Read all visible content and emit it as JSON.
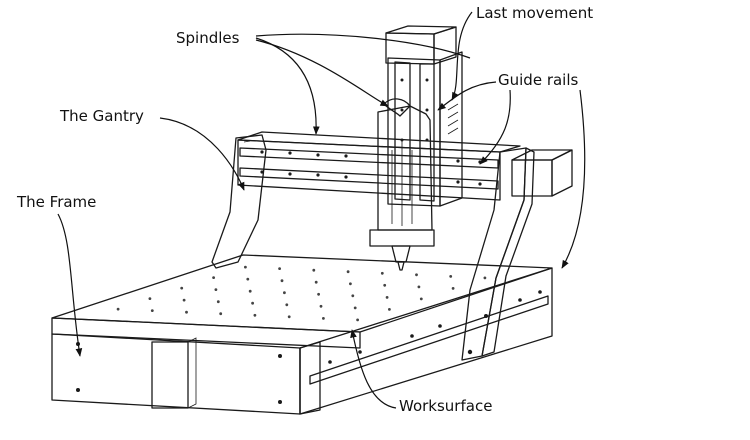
{
  "labels": {
    "spindles": "Spindles",
    "last_movement": "Last movement",
    "guide_rails": "Guide rails",
    "gantry": "The Gantry",
    "frame": "The Frame",
    "worksurface": "Worksurface"
  },
  "colors": {
    "line": "#1a1a1a",
    "face_light": "#f4f4f4",
    "face_mid": "#e4e4e4",
    "face_dark": "#cfcfcf",
    "rail": "#2b2b2b",
    "background": "#ffffff"
  }
}
